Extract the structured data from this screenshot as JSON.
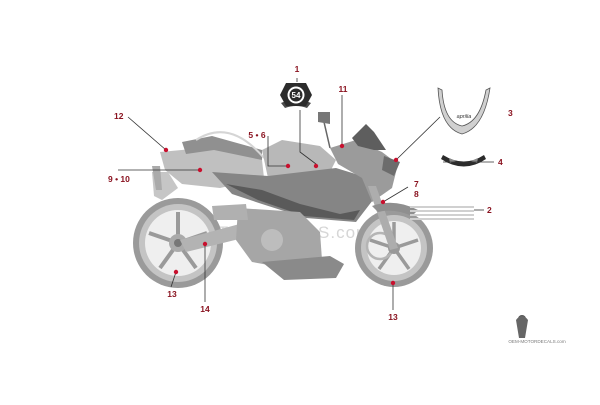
{
  "diagram": {
    "watermark": "OEM-MOTORDECALS.com",
    "brand": "OEM-MOTORDECALS.com",
    "badge_number": "54",
    "tail_text": "aprilia",
    "colors": {
      "callout": "#8a1320",
      "marker": "#c8102e",
      "body_grey": "#d9d9d9",
      "decal_dark": "#3a3a3a"
    }
  },
  "callouts": {
    "c1": "1",
    "c2": "2",
    "c3": "3",
    "c4": "4",
    "c56": "5 • 6",
    "c78a": "7",
    "c78b": "8",
    "c910": "9 • 10",
    "c11": "11",
    "c12": "12",
    "c13a": "13",
    "c13b": "13",
    "c14": "14"
  }
}
